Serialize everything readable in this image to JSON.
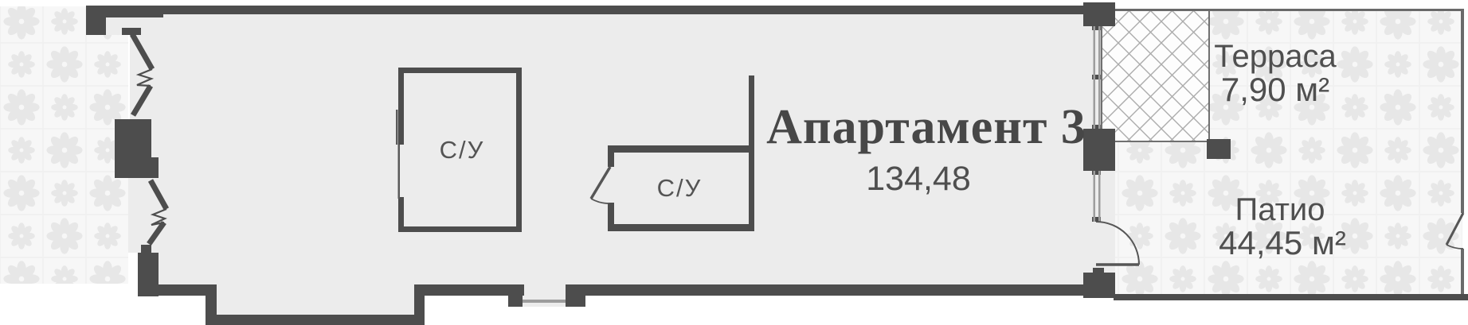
{
  "plan": {
    "apartment": {
      "title": "Апартамент 3",
      "area": "134,48"
    },
    "rooms": [
      {
        "label": "С/У"
      },
      {
        "label": "С/У"
      }
    ],
    "terrace": {
      "name": "Терраса",
      "area": "7,90 м²"
    },
    "patio": {
      "name": "Патио",
      "area": "44,45 м²"
    }
  },
  "colors": {
    "wall": "#4d4d4d",
    "floor": "#ececec",
    "pattern_bg": "#f7f7f7",
    "pattern_flower": "#e7e7e7",
    "pattern_grid": "#efefef",
    "hatch_line": "#ababab",
    "hatch_bg": "#fdfdfd",
    "hatch_border": "#707070",
    "window": "#9d9d9d",
    "door_stroke": "#565656",
    "thin_border": "#6a6a6a",
    "text": "#4f4f4f"
  }
}
